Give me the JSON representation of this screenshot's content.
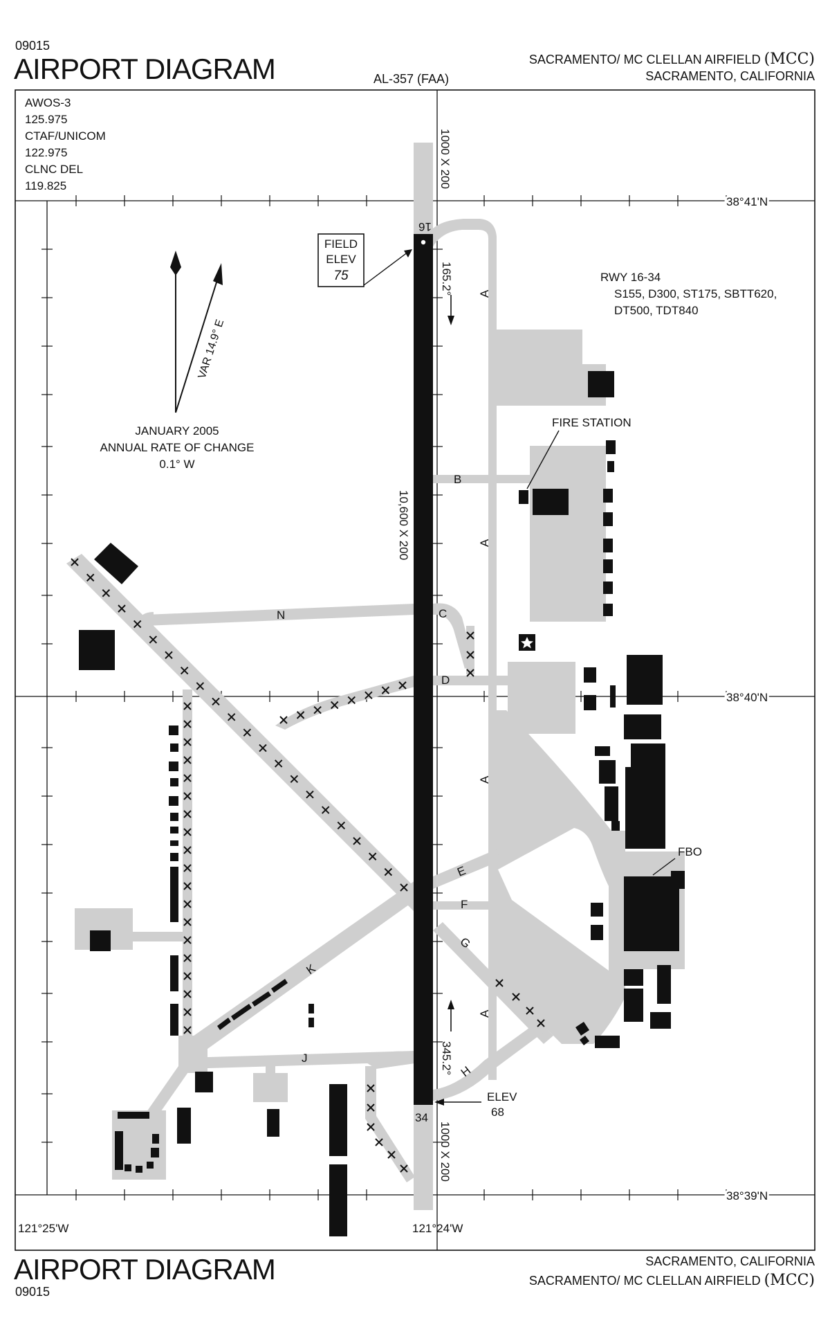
{
  "header": {
    "chart_number": "09015",
    "title": "AIRPORT DIAGRAM",
    "procedure_id": "AL-357 (FAA)",
    "airport_name": "SACRAMENTO/ MC CLELLAN AIRFIELD",
    "airport_id": "(MCC)",
    "city_state": "SACRAMENTO, CALIFORNIA"
  },
  "footer": {
    "title": "AIRPORT DIAGRAM",
    "chart_number": "09015",
    "city_state": "SACRAMENTO, CALIFORNIA",
    "airport_name": "SACRAMENTO/ MC CLELLAN AIRFIELD",
    "airport_id": "(MCC)"
  },
  "comms": [
    {
      "label": "AWOS-3",
      "freq": "125.975"
    },
    {
      "label": "CTAF/UNICOM",
      "freq": "122.975"
    },
    {
      "label": "CLNC DEL",
      "freq": "119.825"
    }
  ],
  "coordinates": {
    "lat_north": "38°41'N",
    "lat_mid": "38°40'N",
    "lat_south": "38°39'N",
    "lon_west": "121°25'W",
    "lon_east": "121°24'W"
  },
  "magnetic": {
    "variation": "VAR 14.9° E",
    "epoch": "JANUARY 2005",
    "rate_label": "ANNUAL RATE OF CHANGE",
    "rate": "0.1° W"
  },
  "runway": {
    "designation": "RWY 16-34",
    "strength_1": "S155, D300, ST175, SBTT620,",
    "strength_2": "DT500, TDT840",
    "dimensions": "10,600 X 200",
    "end_north": "16",
    "end_south": "34",
    "heading_north": "165.2°",
    "heading_south": "345.2°",
    "overrun_north": "1000 X 200",
    "overrun_south": "1000 X 200"
  },
  "elevations": {
    "field_label_1": "FIELD",
    "field_label_2": "ELEV",
    "field_value": "75",
    "south_label": "ELEV",
    "south_value": "68"
  },
  "facilities": {
    "fire_station": "FIRE STATION",
    "fbo": "FBO"
  },
  "taxiways": [
    "A",
    "B",
    "C",
    "D",
    "E",
    "F",
    "G",
    "H",
    "J",
    "K",
    "N"
  ],
  "colors": {
    "runway": "#111111",
    "pavement": "#cfcfcf",
    "building": "#111111",
    "line": "#222222"
  }
}
